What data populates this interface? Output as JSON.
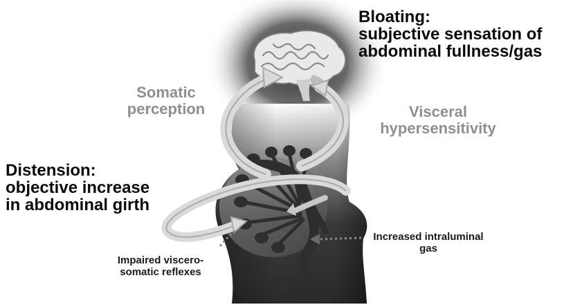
{
  "labels": {
    "bloating": "Bloating:\nsubjective sensation of\nabdominal fullness/gas",
    "somatic": "Somatic\nperception",
    "visceral": "Visceral\nhypersensitivity",
    "distension": "Distension:\nobjective increase\nin abdominal girth",
    "intraluminal": "Increased intraluminal\ngas",
    "reflexes": "Impaired viscero-\nsomatic reflexes"
  },
  "colors": {
    "text_dark": "#0b0b0b",
    "text_grey": "#8f8f8f",
    "arrow_light": "#d2d2d2",
    "body_dark": "#3a3a3a",
    "brain_glow": "#4a4a4a"
  }
}
